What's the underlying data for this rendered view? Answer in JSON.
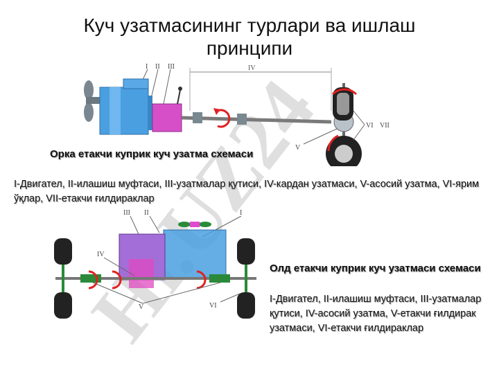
{
  "title": "Куч узатмасининг турлари ва ишлаш принципи",
  "watermark": "Hi.UZ24",
  "rear_diagram": {
    "caption": "Орка етакчи куприк куч узатма схемаси",
    "legend": "I-Двигател, II-илашиш муфтаси,  III-узатмалар қутиси,    IV-кардан узатмаси, V-асосий узатма, VI-ярим ўқлар, VII-етакчи ғилдираклар",
    "labels": {
      "i": "I",
      "ii": "II",
      "iii": "III",
      "iv": "IV",
      "v": "V",
      "vi": "VI",
      "vii": "VII"
    }
  },
  "front_diagram": {
    "caption": "Олд етакчи куприк куч узатмаси схемаси",
    "legend": "I-Двигател, II-илашиш муфтаси,  III-узатмалар қутиси,    IV-асосий узатма, V-етакчи ғилдирак узатмаси, VI-етакчи ғилдираклар",
    "labels": {
      "i": "I",
      "ii": "II",
      "iii": "III",
      "iv": "IV",
      "v": "V",
      "vi": "VI"
    }
  },
  "colors": {
    "engine": "#4a9fe0",
    "gearbox": "#d64fc8",
    "arrow": "#e02020",
    "wheel": "#222222",
    "watermark": "#d9d9d9"
  }
}
